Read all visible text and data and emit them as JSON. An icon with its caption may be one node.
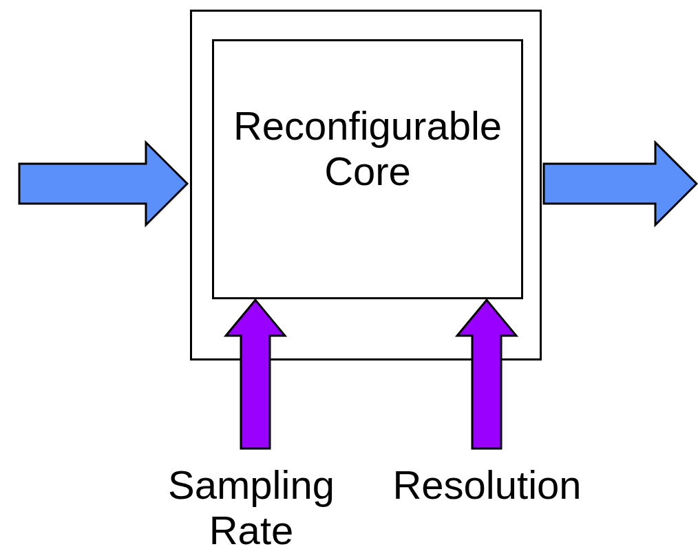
{
  "diagram": {
    "nodes": [
      {
        "text": [],
        "shape": "box"
      },
      {
        "text": [
          "Reconfigurable Core"
        ],
        "in": 0
      },
      {
        "text": [
          "Sampling Rate"
        ]
      },
      {
        "text": [
          "Resolution"
        ]
      }
    ],
    "edges": [
      {
        "from": null,
        "to": 0,
        "arrow": "to",
        "style": "thick",
        "color": "#5b8ff9"
      },
      {
        "from": 0,
        "to": null,
        "arrow": "to",
        "style": "thick",
        "color": "#5b8ff9"
      },
      {
        "from": 2,
        "to": 1,
        "arrow": "to",
        "style": "thick",
        "color": "#9900ff"
      },
      {
        "from": 3,
        "to": 1,
        "arrow": "to",
        "style": "thick",
        "color": "#9900ff"
      }
    ]
  }
}
